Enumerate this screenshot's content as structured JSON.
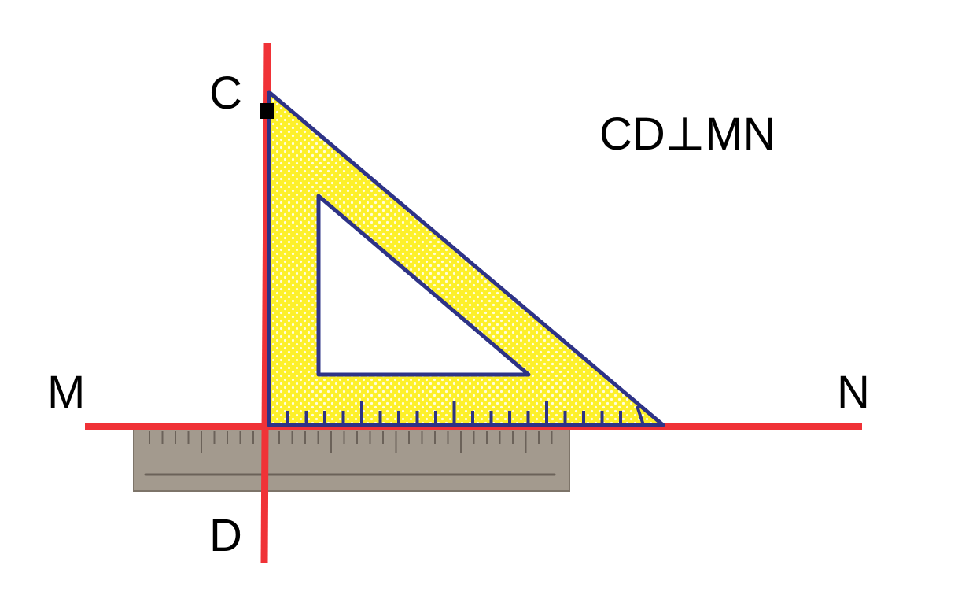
{
  "labels": {
    "C": "C",
    "D": "D",
    "M": "M",
    "N": "N",
    "statement": "CD⊥MN"
  },
  "colors": {
    "line": "#f03237",
    "triangle_fill": "#fdf02a",
    "triangle_stroke": "#2e3387",
    "ruler_fill": "#a39a8e",
    "ruler_edge": "#6b6259",
    "right_angle_marker": "#000000"
  },
  "objects": {
    "triangle_tool": "set-square",
    "ruler_tool": "ruler"
  }
}
